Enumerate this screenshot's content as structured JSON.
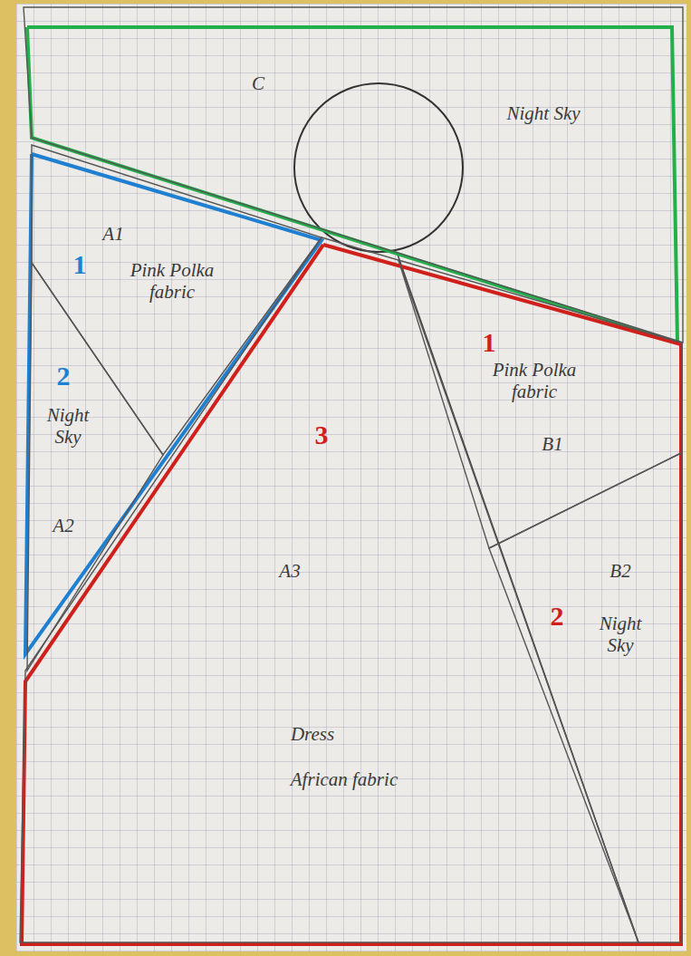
{
  "diagram": {
    "nodes": [
      {
        "text": [
          "C",
          "Night Sky"
        ]
      },
      {
        "text": [
          "A1",
          "Pink Polka fabric"
        ]
      },
      {
        "text": [
          "Night Sky",
          "A2"
        ]
      },
      {
        "text": [
          "A3",
          "Dress",
          "African fabric"
        ]
      },
      {
        "text": [
          "Pink Polka fabric",
          "B1"
        ]
      },
      {
        "text": [
          "B2",
          "Night Sky"
        ]
      }
    ],
    "labels": [
      "1",
      "2",
      "1",
      "2",
      "3"
    ]
  }
}
